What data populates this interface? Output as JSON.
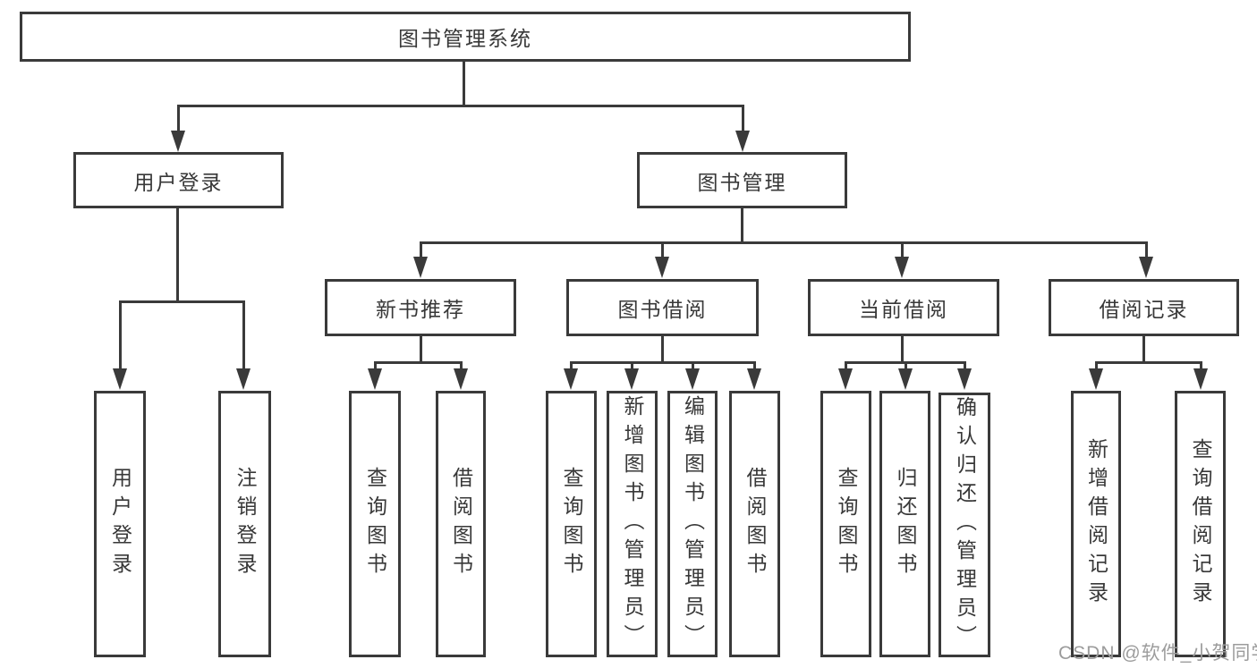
{
  "diagram": {
    "type": "tree",
    "root": {
      "label": "图书管理系统"
    },
    "level2": [
      {
        "label": "用户登录"
      },
      {
        "label": "图书管理"
      }
    ],
    "level3": [
      {
        "label": "新书推荐",
        "parent": "图书管理"
      },
      {
        "label": "图书借阅",
        "parent": "图书管理"
      },
      {
        "label": "当前借阅",
        "parent": "图书管理"
      },
      {
        "label": "借阅记录",
        "parent": "图书管理"
      }
    ],
    "leaves": [
      {
        "parent": "用户登录",
        "label": "用户登录"
      },
      {
        "parent": "用户登录",
        "label": "注销登录"
      },
      {
        "parent": "新书推荐",
        "label": "查询图书"
      },
      {
        "parent": "新书推荐",
        "label": "借阅图书"
      },
      {
        "parent": "图书借阅",
        "label": "查询图书"
      },
      {
        "parent": "图书借阅",
        "label": "新增图书（管理员）"
      },
      {
        "parent": "图书借阅",
        "label": "编辑图书（管理员）"
      },
      {
        "parent": "图书借阅",
        "label": "借阅图书"
      },
      {
        "parent": "当前借阅",
        "label": "查询图书"
      },
      {
        "parent": "当前借阅",
        "label": "归还图书"
      },
      {
        "parent": "当前借阅",
        "label": "确认归还（管理员）"
      },
      {
        "parent": "借阅记录",
        "label": "新增借阅记录"
      },
      {
        "parent": "借阅记录",
        "label": "查询借阅记录"
      }
    ]
  },
  "watermark": {
    "text": "CSDN @软件_小贺同学"
  },
  "colors": {
    "line": "#3a3a3a",
    "text": "#383838",
    "watermark": "#9c9c9c",
    "background": "#ffffff"
  }
}
